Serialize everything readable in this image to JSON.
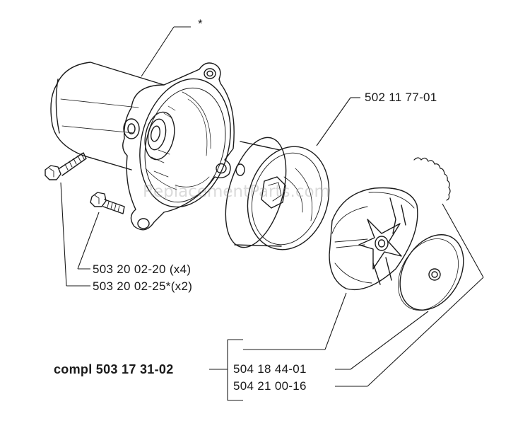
{
  "labels": {
    "asterisk": "*",
    "drum_part": "502 11 77-01",
    "screw_short": "503 20 02-20 (x4)",
    "screw_long": "503 20 02-25*(x2)",
    "assembly": "compl 503 17 31-02",
    "clutch_part": "504 18 44-01",
    "spring_part": "504 21 00-16"
  },
  "watermark": "ReplacementParts.com"
}
